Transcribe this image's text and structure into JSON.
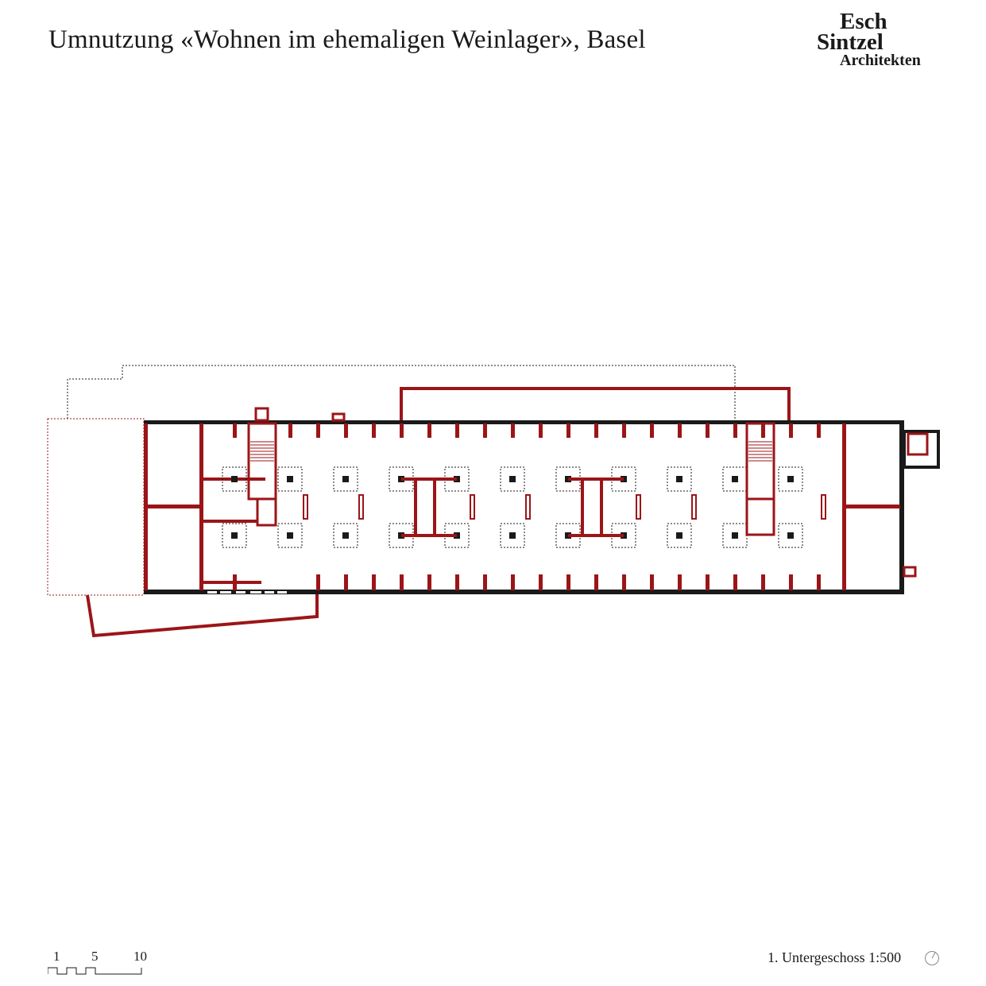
{
  "header": {
    "title": "Umnutzung «Wohnen im ehemaligen Weinlager», Basel"
  },
  "logo": {
    "line1": "Esch",
    "line2": "Sintzel",
    "line3": "Architekten"
  },
  "footer": {
    "scale_labels": [
      "1",
      "5",
      "10"
    ],
    "caption": "1. Untergeschoss 1:500",
    "north_icon": "north-arrow-icon"
  },
  "colors": {
    "wall_red": "#9b1518",
    "wall_black": "#1a1a1a"
  }
}
